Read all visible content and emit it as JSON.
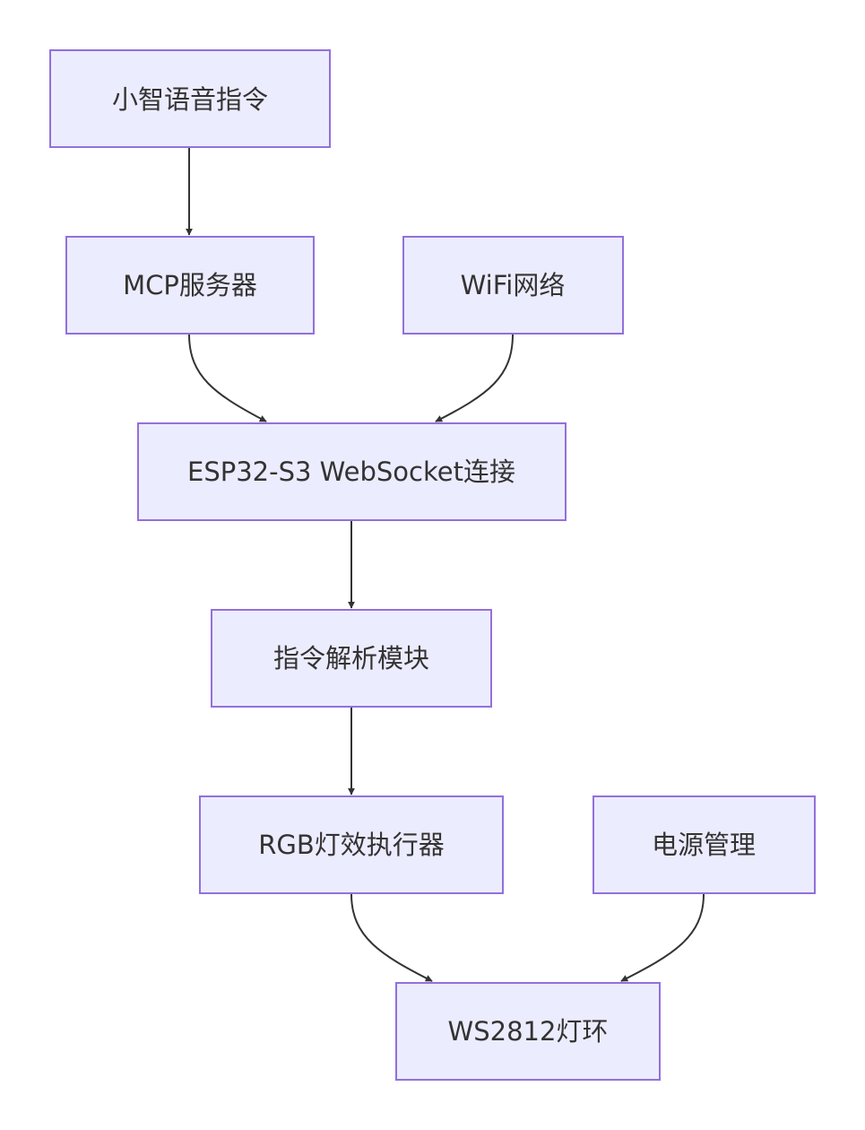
{
  "diagram": {
    "type": "flowchart",
    "direction": "top-down",
    "colors": {
      "node_fill": "#ECECFF",
      "node_stroke": "#9370DB",
      "edge": "#333333",
      "text": "#333333"
    },
    "nodes": {
      "voice": "小智语音指令",
      "mcp": "MCP服务器",
      "wifi": "WiFi网络",
      "esp32": "ESP32-S3 WebSocket连接",
      "parser": "指令解析模块",
      "rgb": "RGB灯效执行器",
      "power": "电源管理",
      "ws2812": "WS2812灯环"
    },
    "edges": [
      {
        "from": "voice",
        "to": "mcp"
      },
      {
        "from": "mcp",
        "to": "esp32"
      },
      {
        "from": "wifi",
        "to": "esp32"
      },
      {
        "from": "esp32",
        "to": "parser"
      },
      {
        "from": "parser",
        "to": "rgb"
      },
      {
        "from": "rgb",
        "to": "ws2812"
      },
      {
        "from": "power",
        "to": "ws2812"
      }
    ]
  }
}
